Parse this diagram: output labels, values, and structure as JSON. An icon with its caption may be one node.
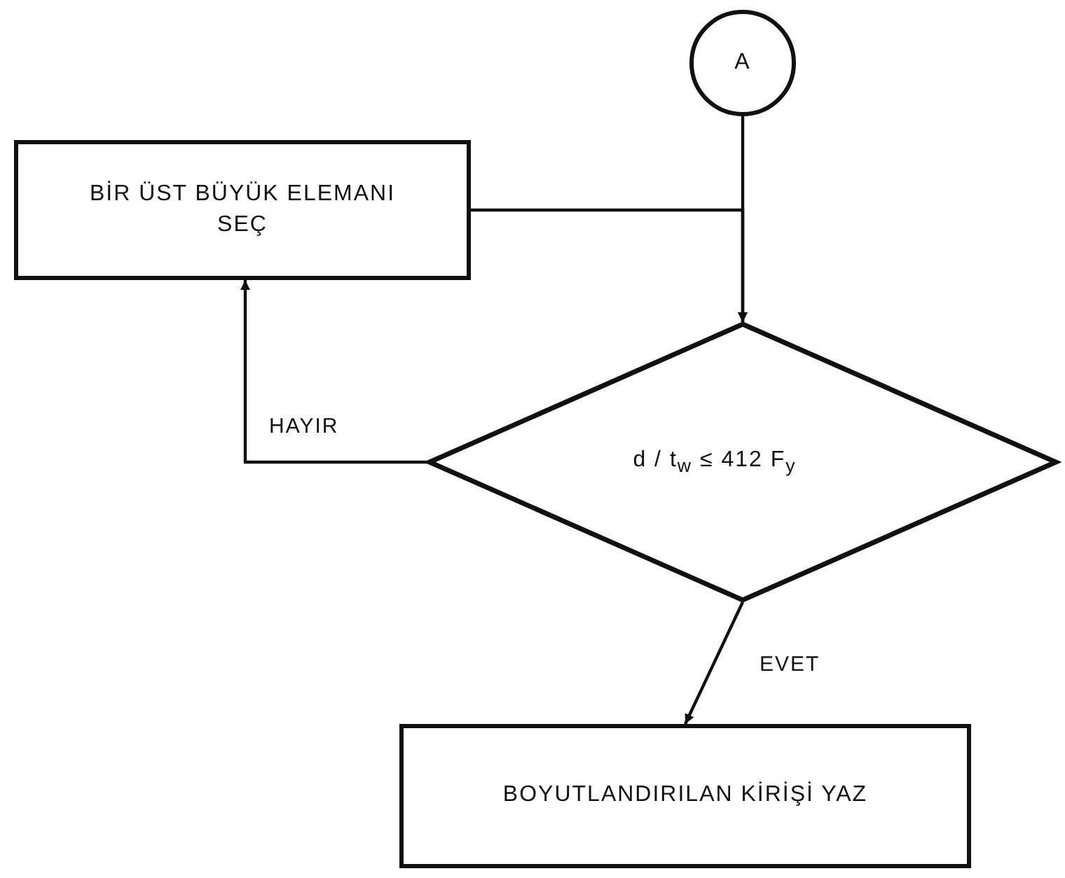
{
  "diagram": {
    "nodes": [
      {
        "text": [
          "A"
        ]
      },
      {
        "text": [
          "BİR ÜST BÜYÜK ELEMANI SEÇ"
        ]
      },
      {
        "text": [
          "d / t$_{w}$ ≤ 412 F$_{y}$"
        ]
      },
      {
        "text": [
          "BOYUTLANDIRILAN KİRİŞİ YAZ"
        ]
      }
    ],
    "edges": [
      {
        "from": 0,
        "to": 2,
        "arrow": "to"
      },
      {
        "from": 1,
        "to": 2,
        "arrow": "to"
      },
      {
        "from": 2,
        "to": 1,
        "label": "HAYIR",
        "arrow": "to"
      },
      {
        "from": 2,
        "to": 3,
        "label": "EVET",
        "arrow": "to"
      }
    ]
  }
}
